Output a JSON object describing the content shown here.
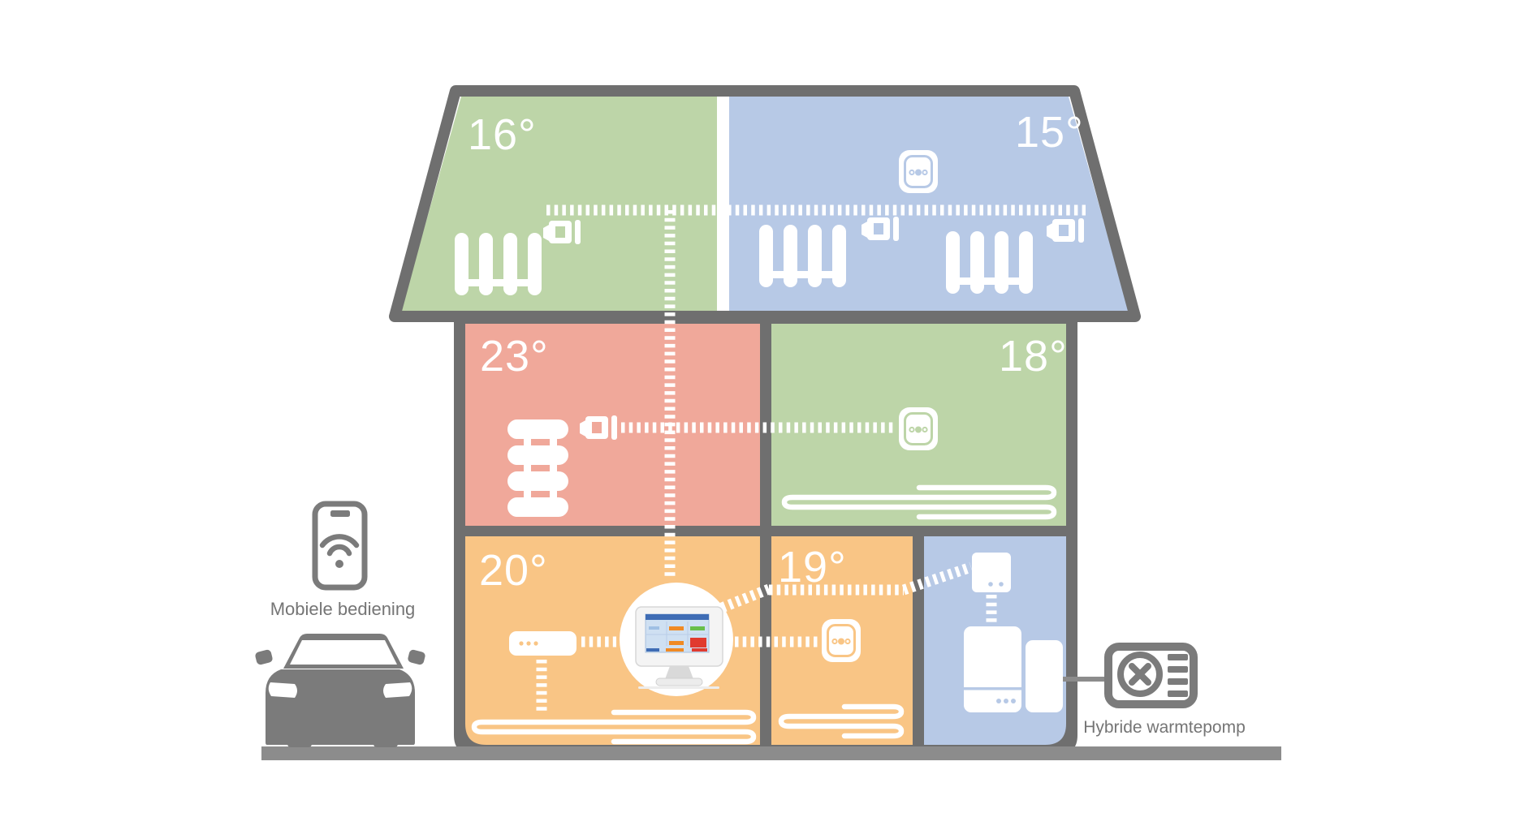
{
  "colors": {
    "background": "#ffffff",
    "room_green": "#bdd5a8",
    "room_blue": "#b7c9e6",
    "room_red": "#f0a89a",
    "room_orange": "#f9c585",
    "wall_gray": "#6f6f6f",
    "ground_gray": "#8c8c8c",
    "icon_gray": "#7b7b7b",
    "caption_gray": "#757575",
    "device_white": "#ffffff",
    "screen_header_blue": "#3f6db5",
    "screen_body_blue": "#cfe0f2",
    "bar_orange": "#f08a24",
    "bar_green": "#67bf4a",
    "bar_red": "#e03a2f"
  },
  "rooms": {
    "attic_left": {
      "temp": "16°"
    },
    "attic_right": {
      "temp": "15°"
    },
    "middle_left": {
      "temp": "23°"
    },
    "middle_right": {
      "temp": "18°"
    },
    "ground_left": {
      "temp": "20°"
    },
    "ground_middle": {
      "temp": "19°"
    }
  },
  "labels": {
    "mobile_control": "Mobiele bediening",
    "hybrid_heat_pump": "Hybride warmtepomp"
  },
  "icons": {
    "smartphone": "smartphone-wifi-icon",
    "car": "car-icon",
    "radiator": "radiator-icon",
    "radiator_valve": "radiator-valve-icon",
    "room_thermostat": "room-thermostat-icon",
    "underfloor_heating": "underfloor-heating-coil-icon",
    "controller": "evohome-controller-icon",
    "manifold": "heating-manifold-icon",
    "relay": "wireless-relay-icon",
    "boiler": "boiler-icon",
    "cylinder": "hot-water-cylinder-icon",
    "heat_pump_fan": "heat-pump-fan-icon"
  }
}
